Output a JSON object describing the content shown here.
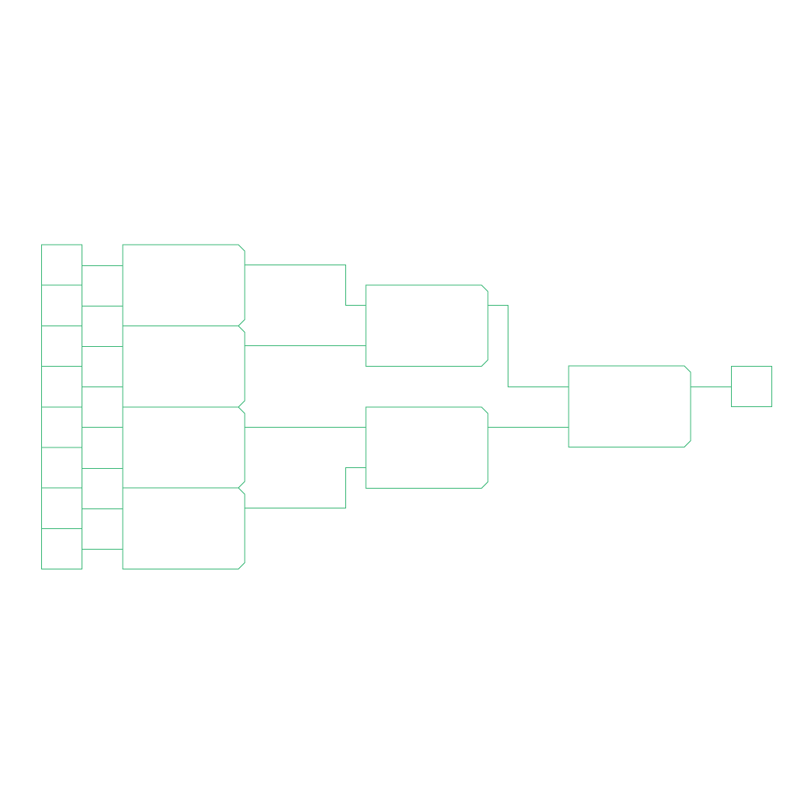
{
  "colors": {
    "background": "#ffffff",
    "stroke": "#3cb878"
  },
  "diagram": {
    "kind": "bracket",
    "rounds": [
      {
        "round": 1,
        "entries": 8
      },
      {
        "round": 2,
        "entries": 4
      },
      {
        "round": 3,
        "entries": 2
      },
      {
        "round": 4,
        "entries": 1
      }
    ],
    "result_boxes": 1,
    "labels": []
  }
}
